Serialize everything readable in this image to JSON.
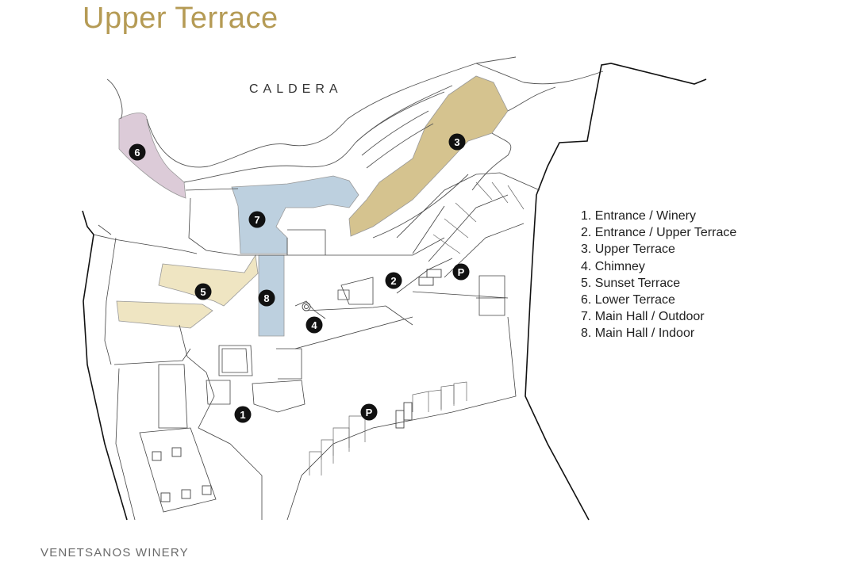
{
  "title": "Upper Terrace",
  "footer": "VENETSANOS WINERY",
  "map": {
    "area_label": "CALDERA",
    "markers": [
      {
        "id": "1",
        "label": "1"
      },
      {
        "id": "2",
        "label": "2"
      },
      {
        "id": "3",
        "label": "3"
      },
      {
        "id": "4",
        "label": "4"
      },
      {
        "id": "5",
        "label": "5"
      },
      {
        "id": "6",
        "label": "6"
      },
      {
        "id": "7",
        "label": "7"
      },
      {
        "id": "8",
        "label": "8"
      }
    ],
    "parking": [
      {
        "label": "P"
      },
      {
        "label": "P"
      }
    ],
    "zone_colors": {
      "upper_terrace": "#d5c38f",
      "sunset_terrace": "#efe5c2",
      "lower_terrace": "#dccbd8",
      "main_hall": "#bdd0df"
    }
  },
  "legend": [
    "1. Entrance / Winery",
    "2. Entrance / Upper Terrace",
    "3. Upper Terrace",
    "4. Chimney",
    "5. Sunset Terrace",
    "6. Lower Terrace",
    "7. Main Hall / Outdoor",
    "8. Main Hall / Indoor"
  ]
}
